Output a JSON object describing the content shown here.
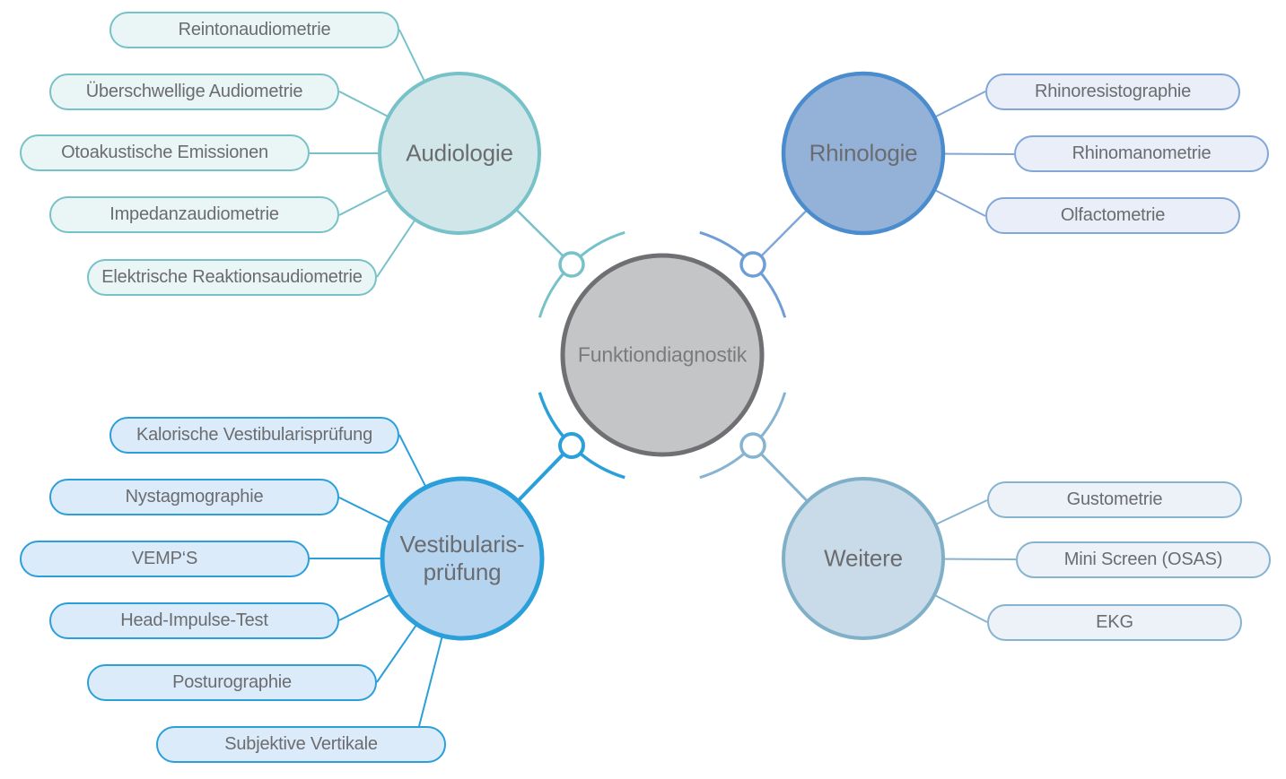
{
  "center": {
    "label": "Funktiondiagnostik"
  },
  "branches": {
    "audiologie": {
      "label": "Audiologie",
      "items": [
        "Reintonaudiometrie",
        "Überschwellige Audiometrie",
        "Otoakustische Emissionen",
        "Impedanzaudiometrie",
        "Elektrische Reaktionsaudiometrie"
      ]
    },
    "rhinologie": {
      "label": "Rhinologie",
      "items": [
        "Rhinoresistographie",
        "Rhinomanometrie",
        "Olfactometrie"
      ]
    },
    "vestibularis": {
      "label_line1": "Vestibularis-",
      "label_line2": "prüfung",
      "items": [
        "Kalorische Vestibularisprüfung",
        "Nystagmographie",
        "VEMP‘S",
        "Head-Impulse-Test",
        "Posturographie",
        "Subjektive Vertikale"
      ]
    },
    "weitere": {
      "label": "Weitere",
      "items": [
        "Gustometrie",
        "Mini Screen (OSAS)",
        "EKG"
      ]
    }
  },
  "theme": {
    "text": "#6b6c6f",
    "center_text": "#7a7b7e",
    "center_fill": "#c4c5c7",
    "center_border": "#6f7073",
    "audi_line": "#77c2c8",
    "audi_circle_fill": "#d1e6e8",
    "audi_pill_fill": "#eaf5f6",
    "rhino_line": "#82a7d7",
    "rhino_arc": "#6f9ed6",
    "rhino_circle_border": "#4a8ccd",
    "rhino_circle_fill": "#94b2d8",
    "rhino_pill_fill": "#e9eef8",
    "vest_line": "#2b9fda",
    "vest_circle_fill": "#b5d4ef",
    "vest_pill_fill": "#dcebfa",
    "weit_line": "#86b3d0",
    "weit_circle_border": "#7fb0c8",
    "weit_circle_fill": "#c9dbe8",
    "weit_pill_fill": "#ecf2f8"
  }
}
